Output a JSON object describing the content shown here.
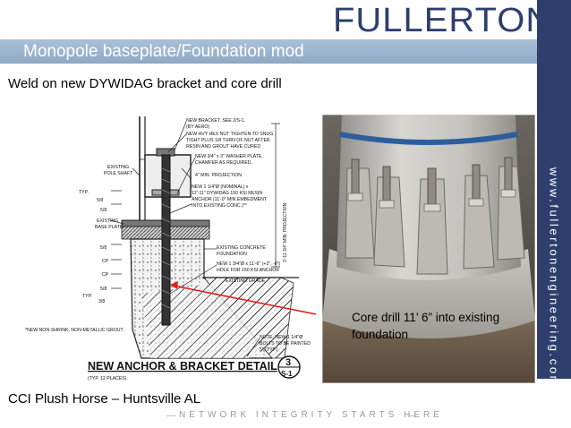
{
  "header": {
    "logo_text": "FULLERTON",
    "title": "Monopole baseplate/Foundation mod"
  },
  "sidebar": {
    "url_text": "www.fullertonengineering.com"
  },
  "slide": {
    "subtitle": "Weld on new DYWIDAG bracket and core drill",
    "annotation_line1": "Core drill 11’ 6” into existing",
    "annotation_line2": "foundation",
    "footer": "CCI Plush Horse – Huntsville AL",
    "tagline": "NETWORK INTEGRITY STARTS HERE"
  },
  "drawing": {
    "title": "NEW ANCHOR & BRACKET DETAIL",
    "subtitle": "(TYP. 12 PLACES)",
    "ref_top": "3",
    "ref_bottom": "S-1",
    "callouts": {
      "new_bracket": "NEW BRACKET. SEE 2/S-1.",
      "by_aero": "(BY AERO)",
      "hex_nut1": "NEW HVY HEX NUT TIGHTEN TO SNUG",
      "hex_nut2": "TIGHT PLUS 1/8 TURN OF NUT AFTER",
      "hex_nut3": "RESIN AND GROUT HAVE CURED",
      "washer1": "NEW 3/4\" x 3\" WASHER PLATE,",
      "washer2": "CHAMFER AS REQUIRED.",
      "projection": "4\" MIN. PROJECTION",
      "anchor1": "NEW 1 1/4\"Ø (NOMINAL) x",
      "anchor2": "12'-11\" DYWIDAG 150 KSI RESIN",
      "anchor3": "ANCHOR (11'-0\" MIN EMBEDMENT",
      "anchor4": "INTO EXISTING CONC.)**",
      "existing_conc1": "EXISTING CONCRETE",
      "existing_conc2": "FOUNDATION",
      "hole1": "NEW 1 3/4\"Ø x 11'-6\" (+2\", -0\")",
      "hole2": "HOLE FOR 150 KSI ANCHOR",
      "grade": "EXISTING GRADE",
      "note1": "NOTE: NEW 1 1/4\"Ø",
      "note2": "BOLTS TO BE PAINTED",
      "note3": "5\" (TYP.)",
      "grout": "*NEW NON-SHRINK, NON-METALLIC GROUT.",
      "pole_shaft1": "EXISTING",
      "pole_shaft2": "POLE SHAFT",
      "base_plate1": "EXISTING",
      "base_plate2": "BASE PLATE",
      "typ": "TYP.",
      "dim_58": "5/8",
      "dim_38": "3/8",
      "dim_cp": "CP",
      "vertical_dim": "3'-11 3/4\" MIN. PROJECTION"
    }
  }
}
